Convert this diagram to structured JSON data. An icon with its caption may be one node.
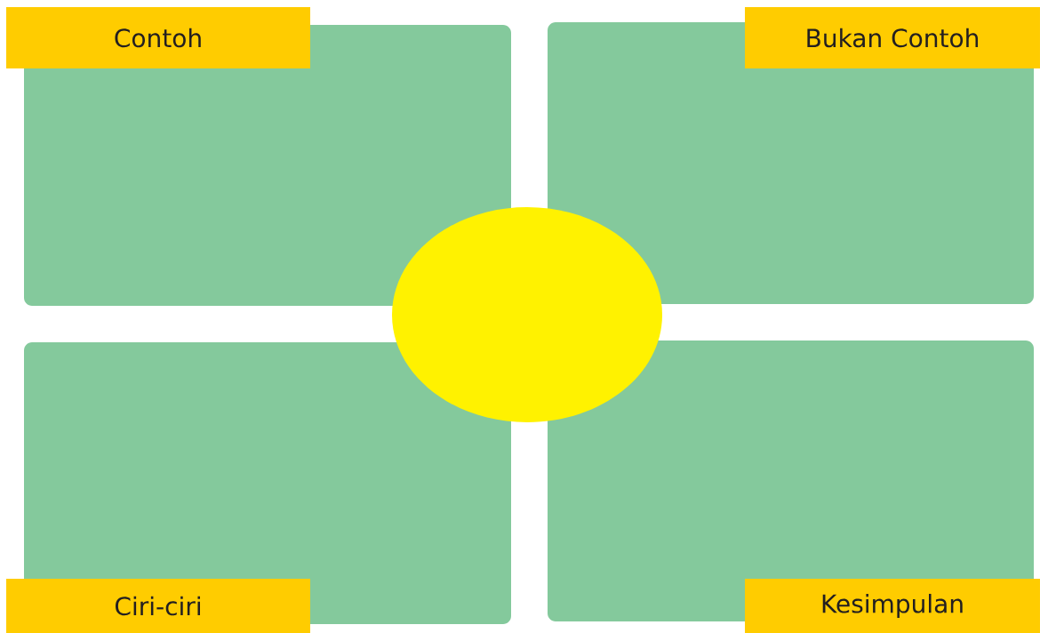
{
  "diagram": {
    "nodes": [
      {
        "text": [
          "Contoh"
        ]
      },
      {
        "text": [
          "Bukan Contoh"
        ]
      },
      {
        "text": [
          "Ciri-ciri"
        ]
      },
      {
        "text": [
          "Kesimpulan"
        ]
      },
      {
        "text": [],
        "shape": "circle"
      }
    ]
  }
}
